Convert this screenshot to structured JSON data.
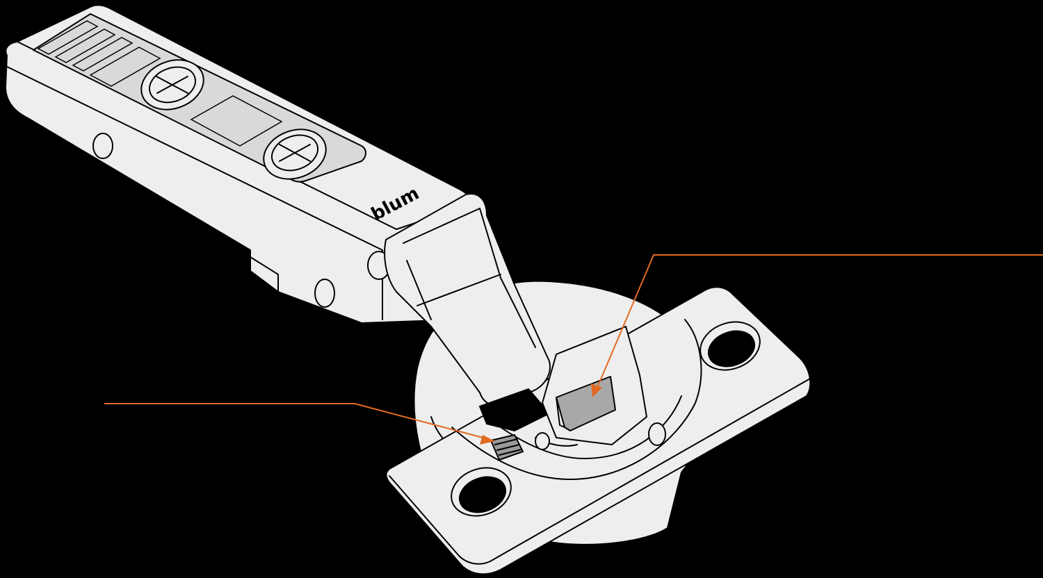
{
  "brand": {
    "logo_text": "blum"
  },
  "colors": {
    "background": "#000000",
    "part_fill": "#eeeeee",
    "part_outline": "#000000",
    "clip_component_fill": "#a8a8a8",
    "adjust_screw_fill": "#9a9a9a",
    "callout_line": "#e26a22"
  },
  "callouts": [
    {
      "id": "clip-release-lever",
      "label": ""
    },
    {
      "id": "depth-adjustment-screw",
      "label": ""
    }
  ]
}
